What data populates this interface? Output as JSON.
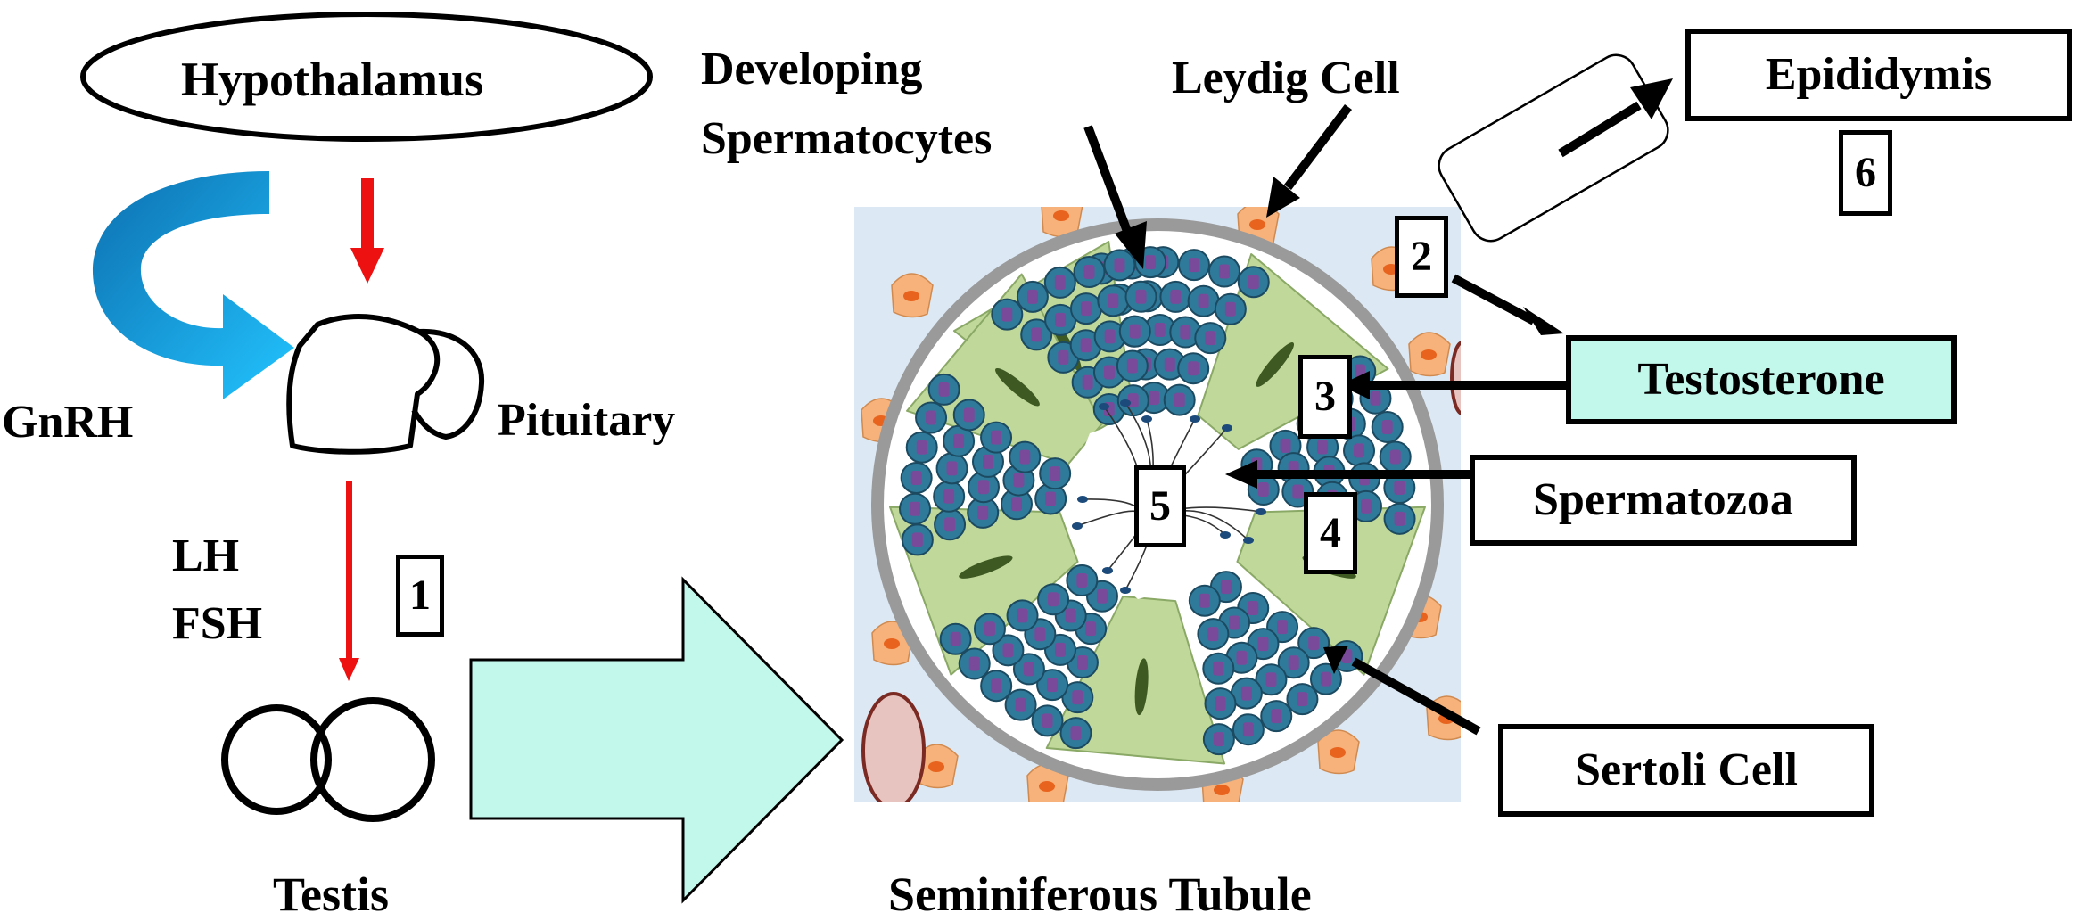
{
  "labels": {
    "hypothalamus": "Hypothalamus",
    "gnrh": "GnRH",
    "pituitary": "Pituitary",
    "lh": "LH",
    "fsh": "FSH",
    "testis": "Testis",
    "developing_spermatocytes_line1": "Developing",
    "developing_spermatocytes_line2": "Spermatocytes",
    "leydig_cell": "Leydig Cell",
    "epididymis": "Epididymis",
    "testosterone": "Testosterone",
    "spermatozoa": "Spermatozoa",
    "sertoli_cell": "Sertoli Cell",
    "seminiferous_tubule": "Seminiferous Tubule"
  },
  "step_numbers": [
    "1",
    "2",
    "3",
    "4",
    "5",
    "6"
  ],
  "colors": {
    "hormone_arrow": "#ee1111",
    "gnrh_arrow": "#1aa8e6",
    "big_arrow_fill": "#c2f8ec",
    "testosterone_fill": "#c2f8ec",
    "tubule_background": "#dce8f4",
    "sertoli_fill": "#c0d89a",
    "spermatocyte_fill": "#2f7a9a",
    "nucleus_fill": "#7a4a9a",
    "leydig_fill": "#f6b27a"
  }
}
